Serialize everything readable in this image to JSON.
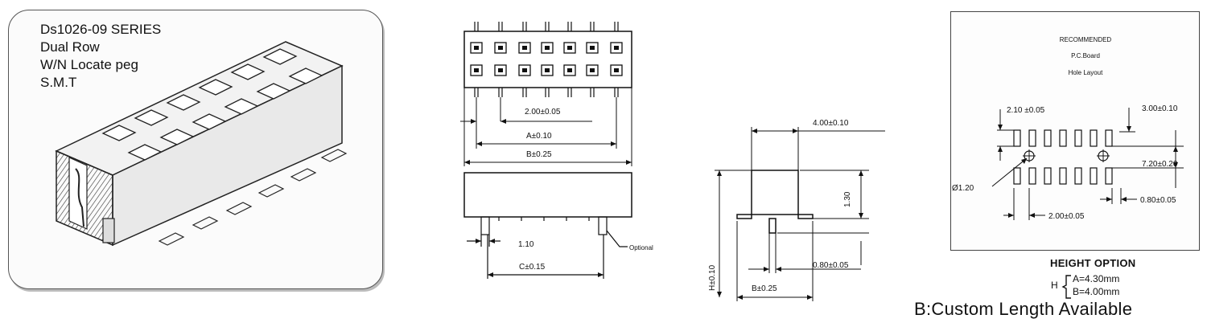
{
  "series": {
    "name": "Ds1026-09  SERIES",
    "row_type": "Dual Row",
    "feature": "W/N Locate peg",
    "mount": "S.M.T"
  },
  "front_view": {
    "pitch": "2.00±0.05",
    "dim_a": "A±0.10",
    "dim_b": "B±0.25",
    "peg_width": "1.10",
    "dim_c": "C±0.15",
    "optional_label": "Optional"
  },
  "side_view": {
    "top_width": "4.00±0.10",
    "body_height": "1.30",
    "total_height": "H±0.10",
    "lead_thickness": "0.80±0.05",
    "foot_span": "B±0.25"
  },
  "pcb_layout": {
    "title_line1": "RECOMMENDED",
    "title_line2": "P.C.Board",
    "title_line3": "Hole Layout",
    "pad_width": "2.10  ±0.05",
    "pad_length": "3.00±0.10",
    "row_span": "7.20±0.20",
    "hole_dia": "Ø1.20",
    "pad_gap": "0.80±0.05",
    "pitch": "2.00±0.05"
  },
  "height_option": {
    "title": "HEIGHT OPTION",
    "h": "H",
    "option_a": "A=4.30mm",
    "option_b": "B=4.00mm"
  },
  "footer": {
    "custom_length": "B:Custom Length Available"
  }
}
